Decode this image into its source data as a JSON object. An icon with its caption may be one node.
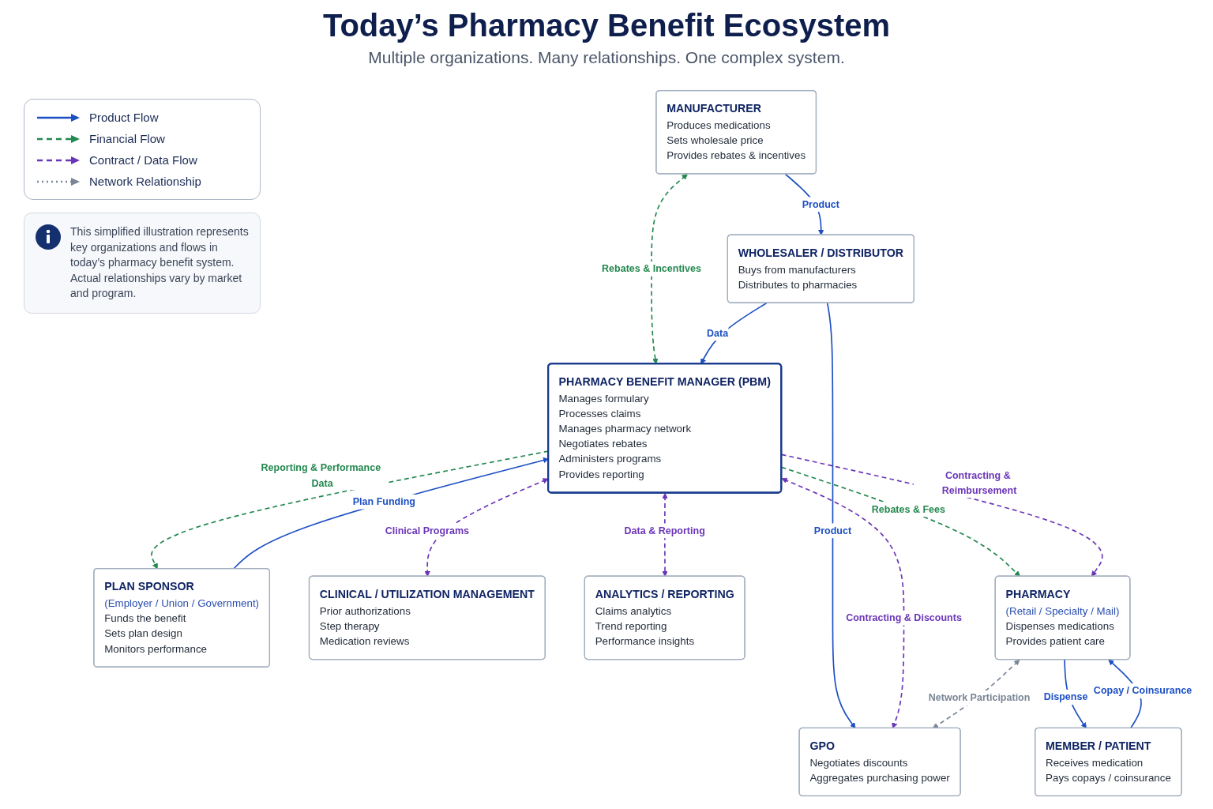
{
  "diagram": {
    "title": "Today’s Pharmacy Benefit Ecosystem",
    "nodes": [
      {
        "text": [
          "MANUFACTURER",
          "Produces medications",
          "Sets wholesale price",
          "Provides rebates & incentives"
        ]
      },
      {
        "text": [
          "WHOLESALER / DISTRIBUTOR",
          "Buys from manufacturers",
          "Distributes to pharmacies"
        ]
      },
      {
        "text": [
          "GPO",
          "Negotiates discounts",
          "Aggregates purchasing power"
        ]
      },
      {
        "text": [
          "PLAN SPONSOR",
          "(Employer / Union / Government)",
          "Funds the benefit",
          "Sets plan design",
          "Monitors performance"
        ]
      },
      {
        "text": [
          "PHARMACY BENEFIT MANAGER (PBM)",
          "Manages formulary",
          "Processes claims",
          "Manages pharmacy network",
          "Negotiates rebates",
          "Administers programs",
          "Provides reporting"
        ]
      },
      {
        "text": [
          "CLINICAL / UTILIZATION MANAGEMENT",
          "Prior authorizations",
          "Step therapy",
          "Medication reviews"
        ]
      },
      {
        "text": [
          "ANALYTICS / REPORTING",
          "Claims analytics",
          "Trend reporting",
          "Performance insights"
        ]
      },
      {
        "text": [
          "PHARMACY",
          "(Retail / Specialty / Mail)",
          "Dispenses medications",
          "Provides patient care"
        ]
      },
      {
        "text": [
          "MEMBER / PATIENT",
          "Receives medication",
          "Pays copays / coinsurance"
        ]
      }
    ],
    "edges": [
      {
        "from": 0,
        "to": 1,
        "arrow": "to",
        "label": "Product"
      },
      {
        "from": 1,
        "to": 2,
        "arrow": "to",
        "label": "Product"
      },
      {
        "from": 0,
        "to": 4,
        "arrow": "both",
        "label": "Rebates & Incentives",
        "style": "dashed",
        "color": "#23884f"
      },
      {
        "from": 1,
        "to": 4,
        "arrow": "to",
        "label": "Data"
      },
      {
        "from": 4,
        "to": 2,
        "arrow": "both",
        "label": "Contracting & Discounts",
        "style": "dashed",
        "color": "#6a35b8"
      },
      {
        "from": 3,
        "to": 4,
        "arrow": "to",
        "label": "Plan Funding"
      },
      {
        "from": 4,
        "to": 3,
        "arrow": "to",
        "label": "Reporting & Performance Data",
        "style": "dashed",
        "color": "#23884f"
      },
      {
        "from": 4,
        "to": 5,
        "arrow": "both",
        "label": "Clinical Programs",
        "style": "dashed",
        "color": "#6a35b8"
      },
      {
        "from": 4,
        "to": 6,
        "arrow": "both",
        "label": "Data & Reporting",
        "style": "dashed",
        "color": "#6a35b8"
      },
      {
        "from": 7,
        "to": 2,
        "arrow": "both",
        "label": "Network Participation",
        "style": "dashed",
        "color": "#7a8595"
      },
      {
        "from": 4,
        "to": 7,
        "arrow": "to",
        "label": "Rebates & Fees",
        "style": "dashed",
        "color": "#23884f"
      },
      {
        "from": 4,
        "to": 7,
        "arrow": "to",
        "label": "Contracting & Reimbursement",
        "style": "dashed",
        "color": "#6a35b8"
      },
      {
        "from": 7,
        "to": 8,
        "arrow": "to",
        "label": "Dispense"
      },
      {
        "from": 8,
        "to": 7,
        "arrow": "to",
        "label": "Copay / Coinsurance"
      }
    ],
    "labels": [
      "Multiple organizations. Many relationships. One complex system."
    ],
    "legend": [
      {
        "text": "Product Flow"
      },
      {
        "text": "Financial Flow"
      },
      {
        "text": "Contract / Data Flow"
      },
      {
        "text": "Network Relationship"
      }
    ],
    "caption": "This simplified illustration represents key organizations and flows in today’s pharmacy benefit system. Actual relationships vary by market and program."
  }
}
